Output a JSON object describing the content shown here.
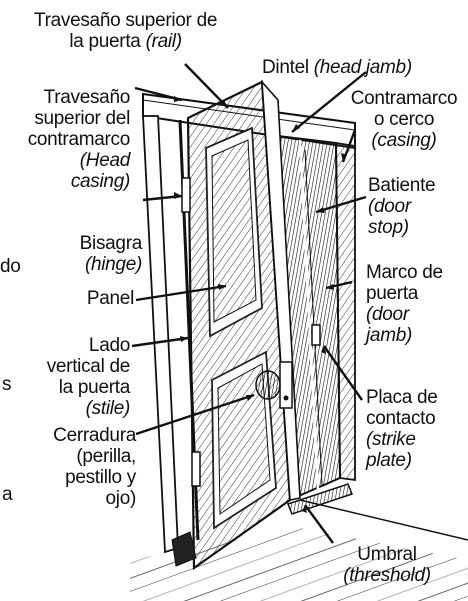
{
  "labels": {
    "rail": {
      "es": "Travesaño superior de la puerta",
      "line1": "Travesaño superior de",
      "line2": "la puerta",
      "en": "(rail)"
    },
    "head_jamb": {
      "es": "Dintel",
      "en": "(head jamb)"
    },
    "head_casing": {
      "line1": "Travesaño",
      "line2": "superior del",
      "line3": "contramarco",
      "en1": "(Head",
      "en2": "casing)"
    },
    "casing": {
      "line1": "Contramarco",
      "line2": "o cerco",
      "en": "(casing)"
    },
    "hinge": {
      "es": "Bisagra",
      "en": "(hinge)"
    },
    "door_stop": {
      "es": "Batiente",
      "en1": "(door",
      "en2": "stop)"
    },
    "panel": {
      "es": "Panel"
    },
    "door_jamb": {
      "line1": "Marco de",
      "line2": "puerta",
      "en1": "(door",
      "en2": "jamb)"
    },
    "stile": {
      "line1": "Lado",
      "line2": "vertical de",
      "line3": "la puerta",
      "en": "(stile)"
    },
    "strike_plate": {
      "line1": "Placa de",
      "line2": "contacto",
      "en1": "(strike",
      "en2": "plate)"
    },
    "lockset": {
      "line1": "Cerradura",
      "line2": "(perilla,",
      "line3": "pestillo y",
      "line4": "ojo)"
    },
    "threshold": {
      "es": "Umbral",
      "en": "(threshold)"
    },
    "clipped": {
      "a": "do",
      "b": "s",
      "c": "a"
    }
  }
}
